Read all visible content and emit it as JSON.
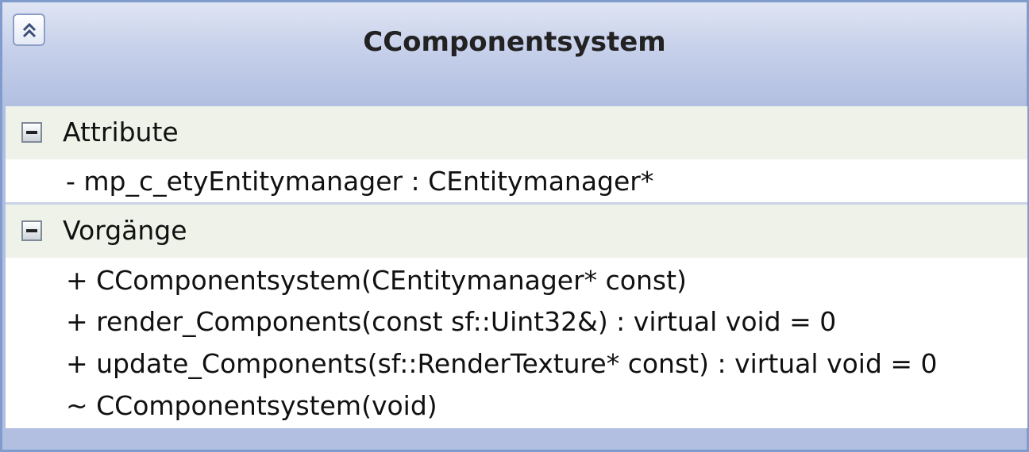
{
  "class_name": "CComponentsystem",
  "sections": {
    "attributes": {
      "label": "Attribute",
      "items": [
        "- mp_c_etyEntitymanager : CEntitymanager*"
      ]
    },
    "operations": {
      "label": "Vorgänge",
      "items": [
        "+ CComponentsystem(CEntitymanager* const)",
        "+ render_Components(const sf::Uint32&) : virtual void = 0",
        "+ update_Components(sf::RenderTexture* const) : virtual void = 0",
        "~ CComponentsystem(void)"
      ]
    }
  },
  "icons": {
    "collapse": "double-chevron-up-icon",
    "section_toggle": "minus-box-icon"
  },
  "colors": {
    "border": "#7f9ccc",
    "header_gradient_top": "#dfe5f4",
    "header_gradient_bottom": "#b2bfe1",
    "section_header_bg": "#eff2e8"
  }
}
